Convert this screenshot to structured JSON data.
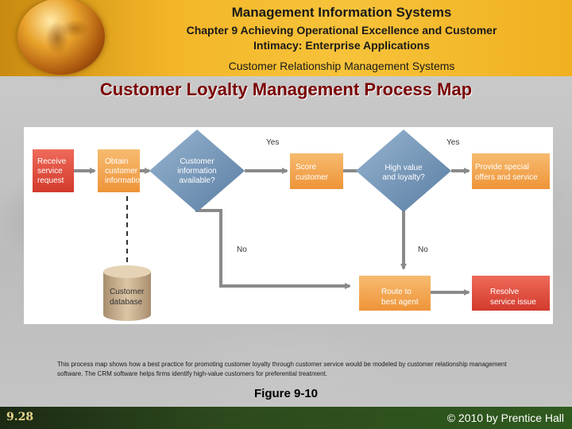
{
  "header": {
    "title": "Management Information Systems",
    "subtitle_line1": "Chapter 9 Achieving Operational Excellence and Customer",
    "subtitle_line2": "Intimacy: Enterprise Applications",
    "section": "Customer Relationship Management Systems"
  },
  "slide": {
    "title": "Customer Loyalty Management Process Map"
  },
  "process_map": {
    "nodes": {
      "receive": [
        "Receive",
        "service",
        "request"
      ],
      "obtain": [
        "Obtain",
        "customer",
        "information"
      ],
      "available": [
        "Customer",
        "information",
        "available?"
      ],
      "score": [
        "Score",
        "customer"
      ],
      "high_value": [
        "High value",
        "and loyalty?"
      ],
      "special": [
        "Provide special",
        "offers and service"
      ],
      "database": [
        "Customer",
        "database"
      ],
      "route": [
        "Route to",
        "best agent"
      ],
      "resolve": [
        "Resolve",
        "service issue"
      ]
    },
    "labels": {
      "yes1": "Yes",
      "yes2": "Yes",
      "no1": "No",
      "no2": "No"
    },
    "colors": {
      "start_node": "#e0493a",
      "process_node": "#f3a24b",
      "decision_node": "#6f93b6",
      "database_node": "#c7ad8d",
      "arrow": "#8a8a8a"
    }
  },
  "figure": {
    "caption": "This process map shows how a best practice for promoting customer loyalty through customer service would be modeled by customer relationship management software. The CRM software helps firms identify high-value customers for preferential treatment.",
    "number": "Figure 9-10"
  },
  "footer": {
    "page": "9.28",
    "copyright": "© 2010 by Prentice Hall"
  }
}
